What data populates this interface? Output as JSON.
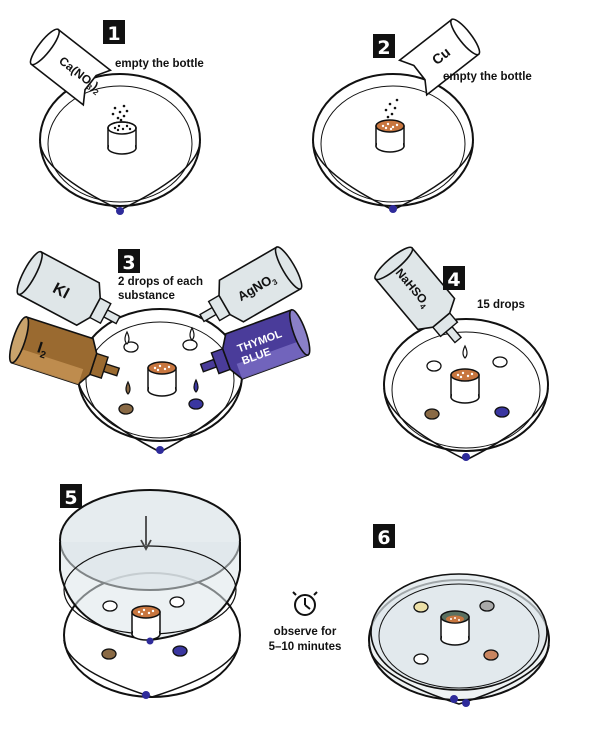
{
  "steps": [
    {
      "number": "1",
      "caption": "empty the bottle",
      "bottle_label_main": "Ca(NO",
      "bottle_label_sub1": "3",
      "bottle_label_paren": ")",
      "bottle_label_sub2": "2"
    },
    {
      "number": "2",
      "caption": "empty the bottle",
      "bottle_label": "Cu"
    },
    {
      "number": "3",
      "caption_line1": "2 drops of each",
      "caption_line2": "substance",
      "bottles": {
        "ki": "KI",
        "agno3_main": "AgNO",
        "agno3_sub": "3",
        "i2_main": "I",
        "i2_sub": "2",
        "thymol_line1": "THYMOL",
        "thymol_line2": "BLUE"
      }
    },
    {
      "number": "4",
      "caption": "15 drops",
      "bottle_label_main": "NaHSO",
      "bottle_label_sub": "4"
    },
    {
      "number": "5"
    },
    {
      "number": "6"
    }
  ],
  "timer": {
    "icon": "stopwatch-icon",
    "line1": "observe for",
    "line2": "5–10 minutes"
  },
  "colors": {
    "brown_drop": "#8a6a45",
    "blue_drop": "#3a36a0",
    "copper": "#c8763f",
    "bottle_gray": "#dfe6e8",
    "i2_brown": "#9a6a30",
    "thymol_blue": "#4a3c9a",
    "outline": "#111111",
    "lid_fill": "#dde6ea",
    "step6_yellow": "#ece0a8",
    "step6_gray": "#a9a9a9",
    "step6_orange": "#c98560",
    "step6_cup_green": "#5a7060"
  }
}
